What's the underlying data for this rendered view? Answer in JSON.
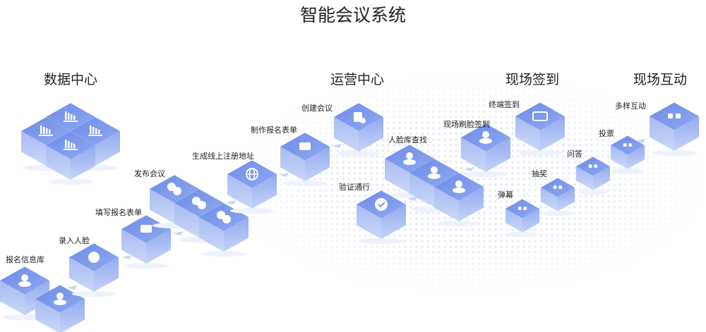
{
  "title": "智能会议系统",
  "sections": [
    "数据中心",
    "运营中心",
    "现场签到",
    "现场互动"
  ],
  "nodes": {
    "signup_db": "报名信息库",
    "face_entry": "录入人脸",
    "fill_form": "填写报名表单",
    "publish": "发布会议",
    "gen_url": "生成线上注册地址",
    "make_form": "制作报名表单",
    "create": "创建会议",
    "face_lookup": "人脸库查找",
    "verify": "验证通行",
    "face_checkin": "现场刷脸签到",
    "terminal_checkin": "终端签到",
    "danmu": "弹幕",
    "lottery": "抽奖",
    "qa": "问答",
    "vote": "投票",
    "interact": "多样互动"
  },
  "colors": {
    "top": "#7b98ec",
    "left": "#c9d6f9",
    "right": "#a8bbf2",
    "arrow": "#c8d4f5"
  }
}
